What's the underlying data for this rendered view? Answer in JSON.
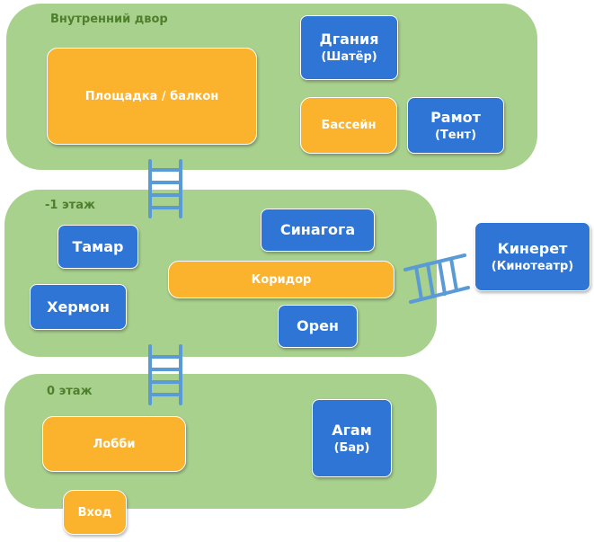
{
  "colors": {
    "zone_fill": "#a9d18e",
    "zone_title": "#4e7f2c",
    "room_blue": "#2e75d6",
    "area_orange": "#fbb22c",
    "ladder": "#5b9bd5"
  },
  "zones": {
    "courtyard": {
      "title": "Внутренний двор"
    },
    "floor_minus1": {
      "title": "-1 этаж"
    },
    "floor_0": {
      "title": "0 этаж"
    }
  },
  "courtyard": {
    "balcony": "Площадка / балкон",
    "degania": {
      "name": "Дгания",
      "sub": "(Шатёр)"
    },
    "pool": "Бассейн",
    "ramot": {
      "name": "Рамот",
      "sub": "(Тент)"
    }
  },
  "floor_minus1": {
    "tamar": "Тамар",
    "synagogue": "Синагога",
    "corridor": "Коридор",
    "hermon": "Хермон",
    "oren": "Орен"
  },
  "kinneret": {
    "name": "Кинерет",
    "sub": "(Кинотеатр)"
  },
  "floor_0": {
    "lobby": "Лобби",
    "agam": {
      "name": "Агам",
      "sub": "(Бар)"
    }
  },
  "entrance": "Вход",
  "icons": {
    "ladder_top": "ladder-icon",
    "ladder_bottom": "ladder-icon",
    "ladder_side": "ladder-icon"
  }
}
